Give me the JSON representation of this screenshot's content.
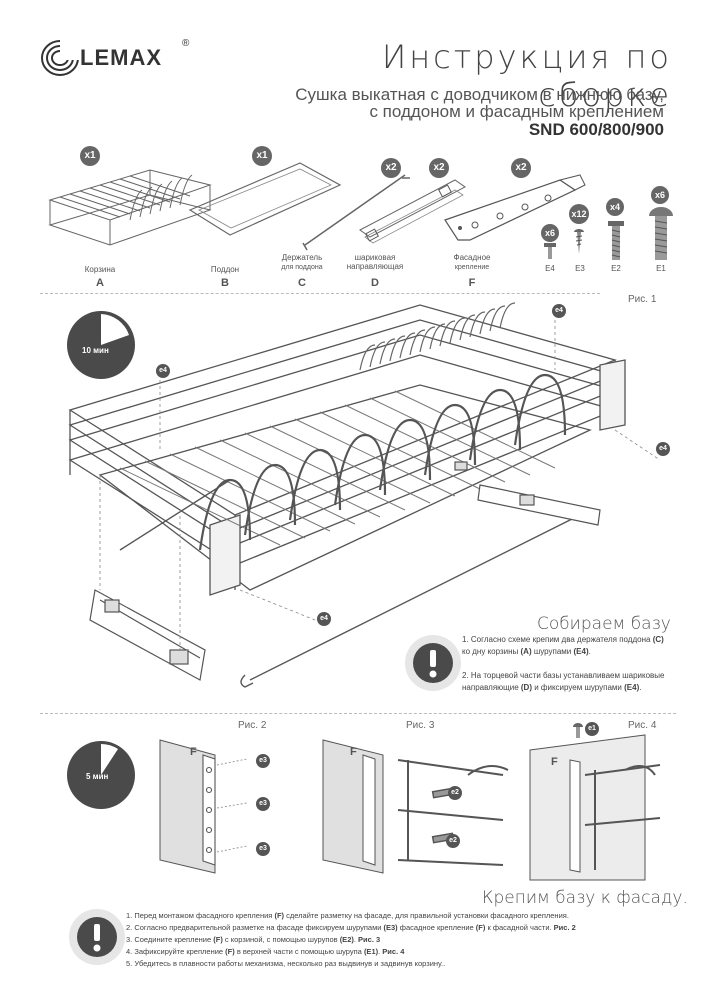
{
  "header": {
    "logo_text": "LEMAX",
    "logo_reg": "®",
    "title": "Инструкция по сборке",
    "subtitle_line1": "Сушка выкатная с доводчиком в нижнюю базу,",
    "subtitle_line2": "с поддоном и фасадным креплением",
    "model": "SND 600/800/900"
  },
  "parts": [
    {
      "qty": "x1",
      "label": "Корзина",
      "letter": "A"
    },
    {
      "qty": "x1",
      "label": "Поддон",
      "letter": "B"
    },
    {
      "qty": "x2",
      "label": "Держатель",
      "label2": "для поддона",
      "letter": "C"
    },
    {
      "qty": "x2",
      "label": "шариковая",
      "label2": "направляющая",
      "letter": "D"
    },
    {
      "qty": "x2",
      "label": "Фасадное",
      "label2": "крепление",
      "letter": "F"
    },
    {
      "qty": "x6",
      "letter": "E4"
    },
    {
      "qty": "x12",
      "letter": "E3"
    },
    {
      "qty": "x4",
      "letter": "E2"
    },
    {
      "qty": "x6",
      "letter": "E1"
    }
  ],
  "fig1": {
    "label": "Рис. 1",
    "timer": "10 мин",
    "tags": [
      "e4",
      "e4",
      "e4",
      "e4"
    ],
    "section_title": "Собираем базу",
    "note1_a": "1. Согласно схеме крепим два держателя поддона ",
    "note1_b": "(C)",
    "note1_c": "ко дну корзины ",
    "note1_d": "(A)",
    "note1_e": " шурупами ",
    "note1_f": "(E4)",
    "note1_g": ".",
    "note2_a": "2. На торцевой части базы устанавливаем шариковые",
    "note2_b": "направляющие ",
    "note2_c": "(D)",
    "note2_d": " и фиксируем шурупами ",
    "note2_e": "(E4)",
    "note2_f": "."
  },
  "fig_bottom": {
    "timer": "5 мин",
    "fig2": "Рис. 2",
    "fig3": "Рис. 3",
    "fig4": "Рис. 4",
    "f_letter": "F",
    "e3": "e3",
    "e2": "e2",
    "e1": "e1",
    "section_title": "Крепим базу к фасаду.",
    "steps": [
      {
        "a": "1. Перед монтажом фасадного крепления ",
        "b": "(F)",
        "c": " сделайте разметку на фасаде, для правильной установки фасадного крепления."
      },
      {
        "a": "2. Согласно предварительной разметке на фасаде фиксируем шурупами ",
        "b": "(E3)",
        "c": "  фасадное крепление ",
        "d": "(F)",
        "e": " к фасадной части. ",
        "f": "Рис. 2"
      },
      {
        "a": "3. Соедините крепление ",
        "b": "(F)",
        "c": " с корзиной, с помощью шурупов ",
        "d": "(E2)",
        "e": ". ",
        "f": "Рис. 3"
      },
      {
        "a": "4. Зафиксируйте крепление ",
        "b": "(F)",
        "c": "  в верхней части с помощью шурупа ",
        "d": "(E1)",
        "e": ". ",
        "f": "Рис. 4"
      },
      {
        "a": "5. Убедитесь в плавности работы механизма, несколько раз выдвинув и задвинув корзину.."
      }
    ]
  },
  "colors": {
    "text": "#333333",
    "badge": "#666666",
    "line": "#555555"
  }
}
